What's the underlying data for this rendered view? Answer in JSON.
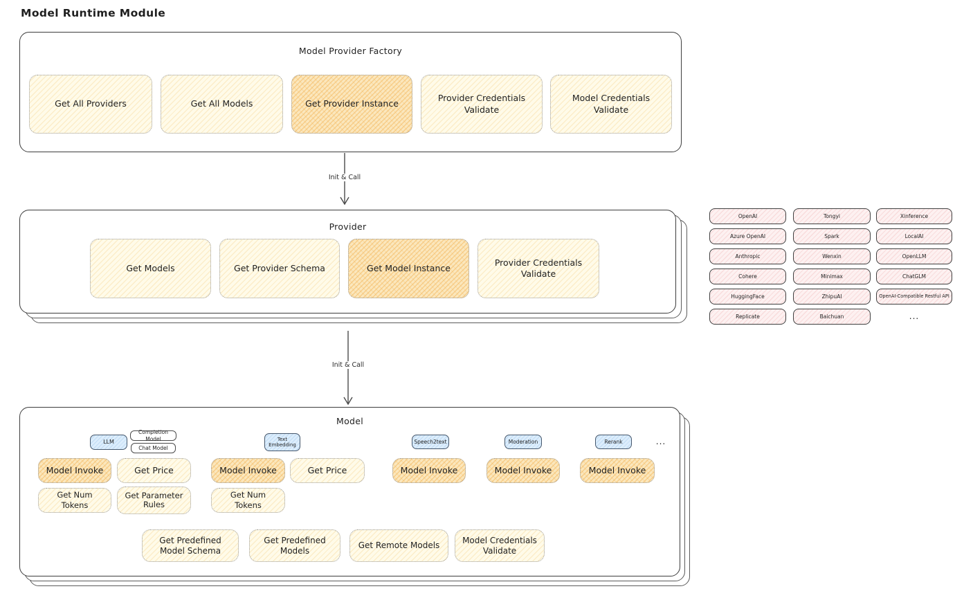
{
  "page_title": "Model Runtime Module",
  "colors": {
    "cream": "#fffbe9",
    "highlight": "#fbe7bd",
    "pink": "#fdf1f1",
    "blue": "#dcedfc",
    "stroke": "#3c3c3c"
  },
  "factory": {
    "title": "Model Provider Factory",
    "nodes": [
      {
        "label": "Get All Providers",
        "highlighted": false
      },
      {
        "label": "Get All Models",
        "highlighted": false
      },
      {
        "label": "Get Provider Instance",
        "highlighted": true
      },
      {
        "label": "Provider Credentials Validate",
        "highlighted": false
      },
      {
        "label": "Model Credentials Validate",
        "highlighted": false
      }
    ]
  },
  "arrows": {
    "init_call_1": "Init & Call",
    "init_call_2": "Init & Call"
  },
  "provider": {
    "title": "Provider",
    "nodes": [
      {
        "label": "Get Models",
        "highlighted": false
      },
      {
        "label": "Get Provider Schema",
        "highlighted": false
      },
      {
        "label": "Get Model Instance",
        "highlighted": true
      },
      {
        "label": "Provider Credentials Validate",
        "highlighted": false
      }
    ]
  },
  "provider_grid": {
    "rows": [
      [
        "OpenAI",
        "Tongyi",
        "Xinference"
      ],
      [
        "Azure OpenAI",
        "Spark",
        "LocalAI"
      ],
      [
        "Anthropic",
        "Wenxin",
        "OpenLLM"
      ],
      [
        "Cohere",
        "Minimax",
        "ChatGLM"
      ],
      [
        "HuggingFace",
        "ZhipuAI",
        "OpenAI-Compatible Restful API"
      ],
      [
        "Replicate",
        "Baichuan"
      ]
    ],
    "ellipsis": "..."
  },
  "model": {
    "title": "Model",
    "tabs": {
      "llm": "LLM",
      "completion": "Completion Model",
      "chat": "Chat Model",
      "text_embedding": "Text Embedding",
      "speech2text": "Speech2text",
      "moderation": "Moderation",
      "rerank": "Rerank",
      "ellipsis": "..."
    },
    "llm_group": {
      "invoke": "Model Invoke",
      "get_price": "Get Price",
      "get_num_tokens": "Get Num Tokens",
      "get_parameter_rules": "Get Parameter Rules"
    },
    "embedding_group": {
      "invoke": "Model Invoke",
      "get_price": "Get Price",
      "get_num_tokens": "Get Num Tokens"
    },
    "speech2text_group": {
      "invoke": "Model Invoke"
    },
    "moderation_group": {
      "invoke": "Model Invoke"
    },
    "rerank_group": {
      "invoke": "Model Invoke"
    },
    "bottom": [
      "Get Predefined Model Schema",
      "Get Predefined Models",
      "Get Remote Models",
      "Model Credentials Validate"
    ]
  }
}
